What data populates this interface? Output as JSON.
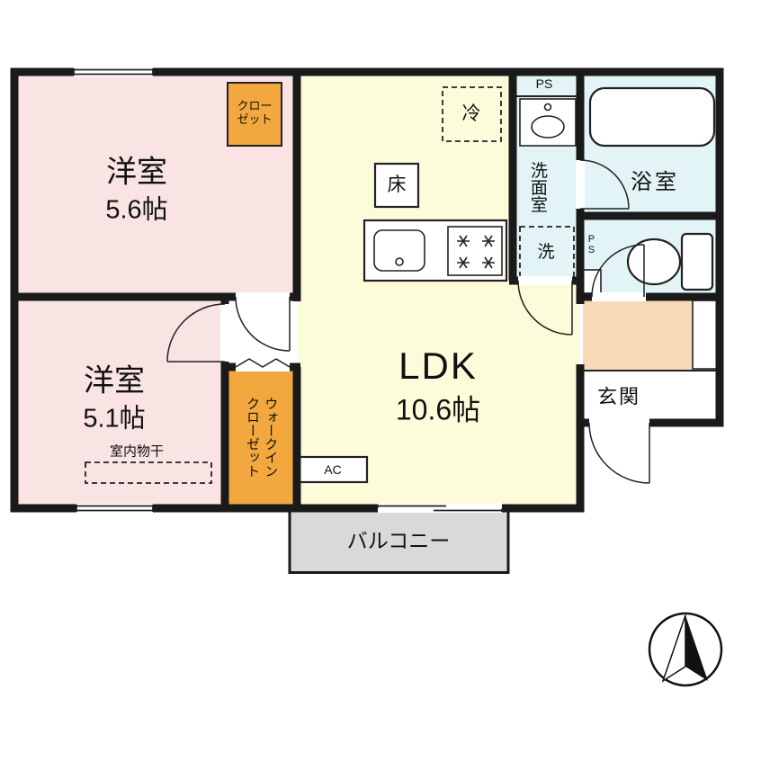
{
  "colors": {
    "wall": "#1a1a1a",
    "room-pink": "#f9e3e3",
    "room-yellow": "#fdfcda",
    "room-cyan": "#e2f4f6",
    "closet-orange": "#f2a83e",
    "entrance-tan": "#f7d9b7",
    "balcony-gray": "#d9d9d9"
  },
  "rooms": {
    "bedroom1": {
      "name": "洋室",
      "size": "5.6帖"
    },
    "bedroom2": {
      "name": "洋室",
      "size": "5.1帖"
    },
    "ldk": {
      "name": "LDK",
      "size": "10.6帖"
    },
    "bathroom": {
      "label": "浴室"
    },
    "washroom": {
      "label": "洗面室"
    },
    "entrance": {
      "label": "玄関"
    },
    "balcony": {
      "label": "バルコニー"
    }
  },
  "storage": {
    "closet_line1": "クロー",
    "closet_line2": "ゼット",
    "wic_col1": "ウォークイン",
    "wic_col2": "クローゼット"
  },
  "fixtures": {
    "fridge": "冷",
    "washer": "洗",
    "floor_hatch": "床",
    "ac": "AC",
    "ps_top": "PS",
    "ps_side": "PS",
    "indoor_laundry": "室内物干"
  }
}
